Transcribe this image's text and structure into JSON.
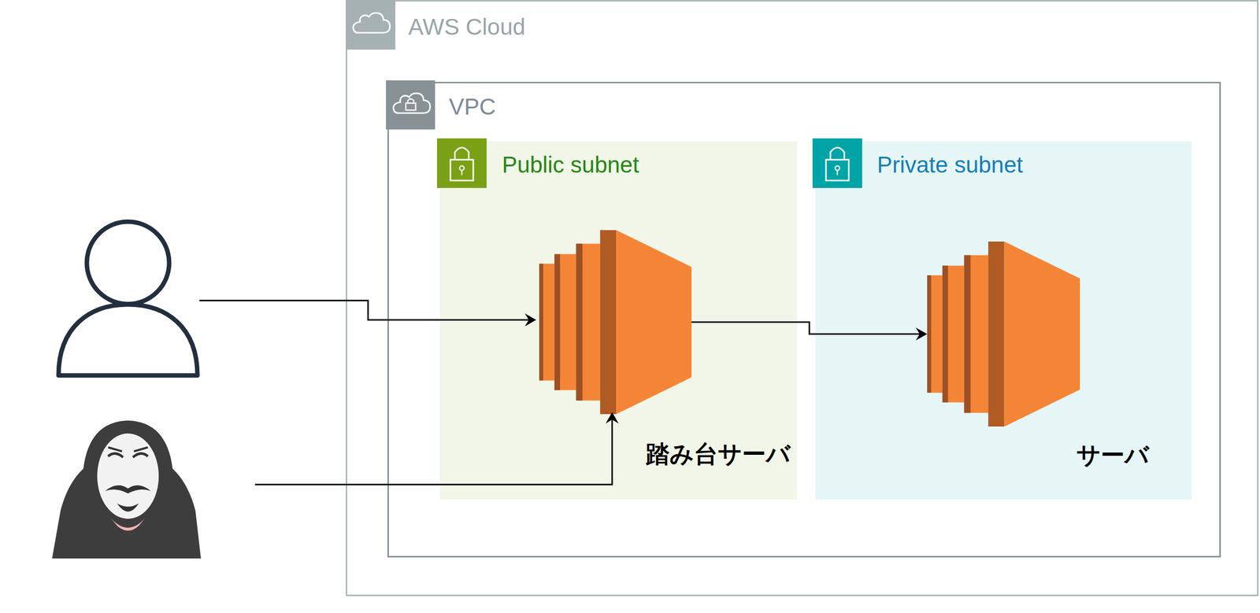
{
  "diagram": {
    "nodes": [
      {
        "text": [
          "AWS Cloud"
        ]
      },
      {
        "text": [
          "VPC"
        ],
        "in": 0
      },
      {
        "text": [
          "Public subnet"
        ],
        "in": 1
      },
      {
        "text": [
          "Private subnet"
        ],
        "in": 1
      },
      {
        "text": [
          "踏み台サーバ"
        ],
        "in": 2
      },
      {
        "text": [
          "サーバ"
        ],
        "in": 3
      }
    ],
    "edges": [
      {
        "from": 4,
        "to": 5,
        "arrow": "to"
      }
    ]
  }
}
